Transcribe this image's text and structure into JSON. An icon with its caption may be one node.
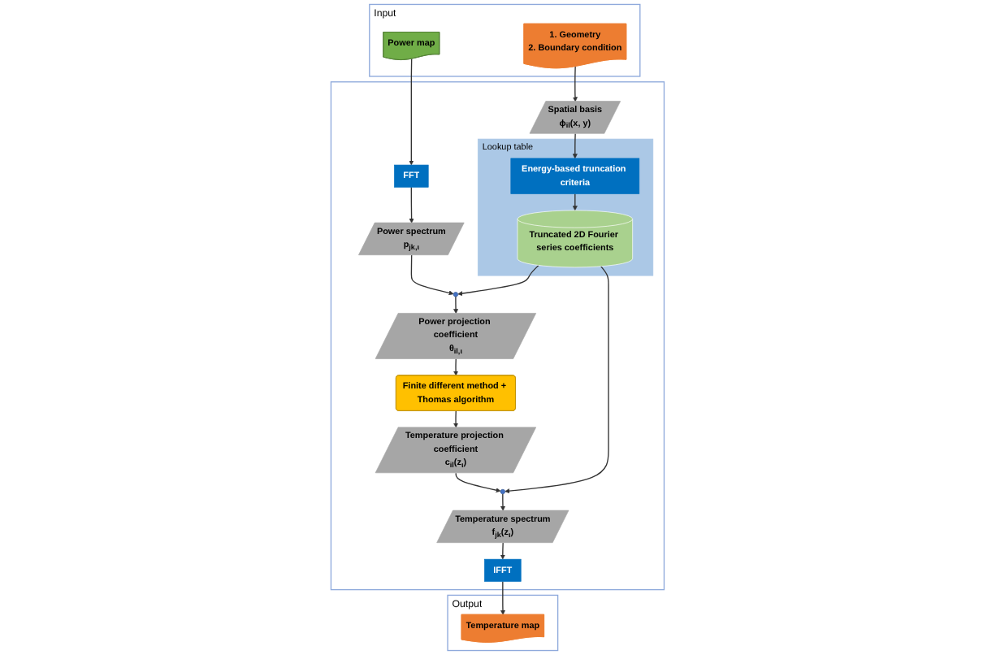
{
  "diagram": {
    "nodes": [
      {
        "text": [
          "Input"
        ]
      },
      {
        "text": [
          "Power map"
        ],
        "in": 0
      },
      {
        "text": [
          "1. Geometry",
          "2. Boundary condition"
        ],
        "in": 0
      },
      {
        "text": [
          "Output"
        ]
      },
      {
        "text": [
          "Temperature map"
        ],
        "in": 3
      },
      {
        "text": [],
        "shape": "box"
      },
      {
        "text": [
          "FFT"
        ],
        "in": 5
      },
      {
        "text": [
          "Spatial basis",
          "ϕ$_{il}$(x, y)"
        ],
        "in": 5
      },
      {
        "text": [
          "IFFT"
        ],
        "in": 5
      },
      {
        "text": [
          "Power spectrum",
          "p$_{jk,ι}$"
        ],
        "in": 5
      },
      {
        "text": [
          "Lookup table"
        ],
        "in": 5
      },
      {
        "text": [
          "Energy-based truncation criteria"
        ],
        "in": 10
      },
      {
        "text": [
          "Temperature spectrum",
          "f$_{jk}$(z$_{ι}$)"
        ],
        "in": 5
      },
      {
        "text": [],
        "shape": "circle",
        "in": 5
      },
      {
        "text": [
          "Truncated 2D Fourier series coefficients"
        ],
        "in": 10
      },
      {
        "text": [],
        "shape": "circle",
        "in": 5
      },
      {
        "text": [
          "Power projection coefficient",
          "θ$_{il,ι}$"
        ],
        "in": 5
      },
      {
        "text": [
          "Finite different method + Thomas algorithm"
        ],
        "in": 5
      },
      {
        "text": [
          "Temperature projection coefficient",
          "c$_{il}$(z$_{ι}$)"
        ],
        "in": 5
      }
    ],
    "edges": [
      {
        "from": 1,
        "to": 6,
        "arrow": "to"
      },
      {
        "from": 2,
        "to": 7,
        "arrow": "to"
      },
      {
        "from": 6,
        "to": 9,
        "arrow": "to"
      },
      {
        "from": 7,
        "to": 11,
        "arrow": "to"
      },
      {
        "from": 11,
        "to": 14,
        "arrow": "to"
      },
      {
        "from": 9,
        "to": 13,
        "arrow": "to"
      },
      {
        "from": 14,
        "to": 13,
        "arrow": "to"
      },
      {
        "from": 14,
        "to": 15,
        "arrow": "to"
      },
      {
        "from": 13,
        "to": 16,
        "arrow": "to"
      },
      {
        "from": 16,
        "to": 17,
        "arrow": "to"
      },
      {
        "from": 17,
        "to": 18,
        "arrow": "to"
      },
      {
        "from": 18,
        "to": 15,
        "arrow": "to"
      },
      {
        "from": 15,
        "to": 12,
        "arrow": "to"
      },
      {
        "from": 12,
        "to": 8,
        "arrow": "to"
      },
      {
        "from": 8,
        "to": 4,
        "arrow": "to"
      }
    ]
  }
}
